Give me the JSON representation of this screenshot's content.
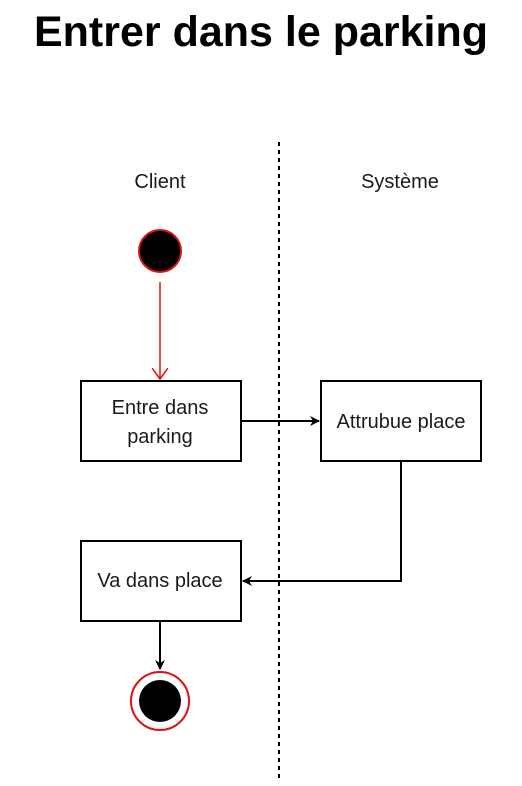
{
  "title": "Entrer dans le parking",
  "lanes": {
    "client": "Client",
    "system": "Système"
  },
  "nodes": {
    "start": {
      "type": "initial"
    },
    "entre": {
      "lines": [
        "Entre dans",
        "parking"
      ]
    },
    "attribue": {
      "lines": [
        "Attrubue place"
      ]
    },
    "va": {
      "lines": [
        "Va dans place"
      ]
    },
    "end": {
      "type": "final"
    }
  },
  "colors": {
    "accent": "#e01010",
    "stroke": "#000000"
  }
}
